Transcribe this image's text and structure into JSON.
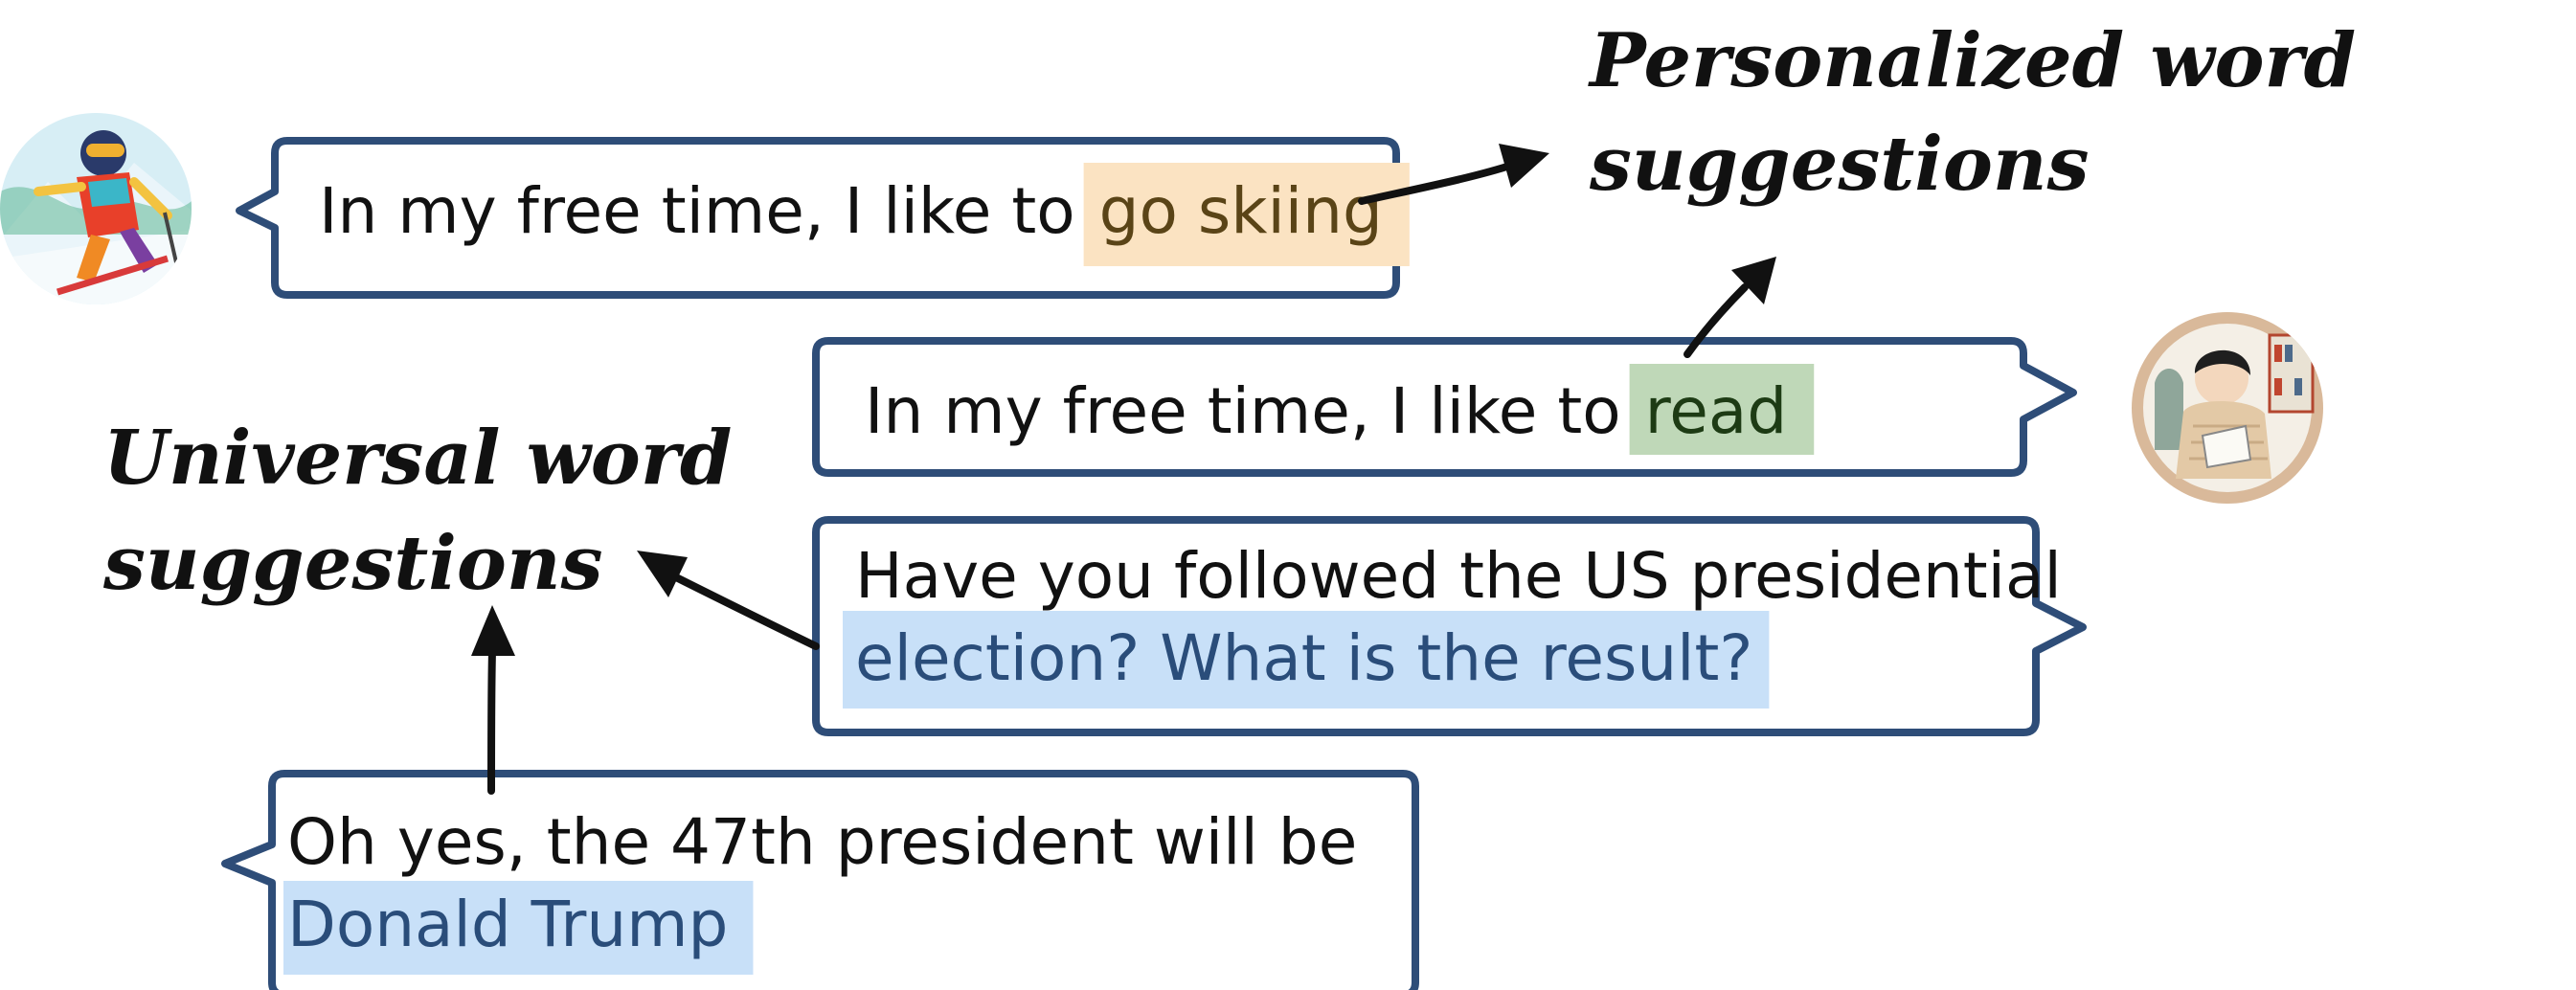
{
  "headings": {
    "personalized": [
      "Personalized word",
      "suggestions"
    ],
    "universal": [
      "Universal word",
      "suggestions"
    ]
  },
  "bubbles": {
    "skiing": {
      "prefix": "In my free time, I like to ",
      "suggestion": "go skiing"
    },
    "read": {
      "prefix": "In my free time, I like to ",
      "suggestion": "read"
    },
    "election": {
      "line1": "Have you followed the US presidential",
      "suggestion": "election? What is the result?"
    },
    "trump": {
      "line1": "Oh yes, the 47th president will be",
      "suggestion": "Donald Trump"
    }
  },
  "colors": {
    "bubble_border": "#2e4d78",
    "skiing_highlight": "#fbe3c2",
    "skiing_text": "#5a4417",
    "read_highlight": "#bfd8b8",
    "read_text": "#1d3b14",
    "universal_highlight": "#c8e0f8",
    "universal_text": "#2a4d7a"
  },
  "icons": [
    "skier-avatar-icon",
    "reader-avatar-icon"
  ]
}
